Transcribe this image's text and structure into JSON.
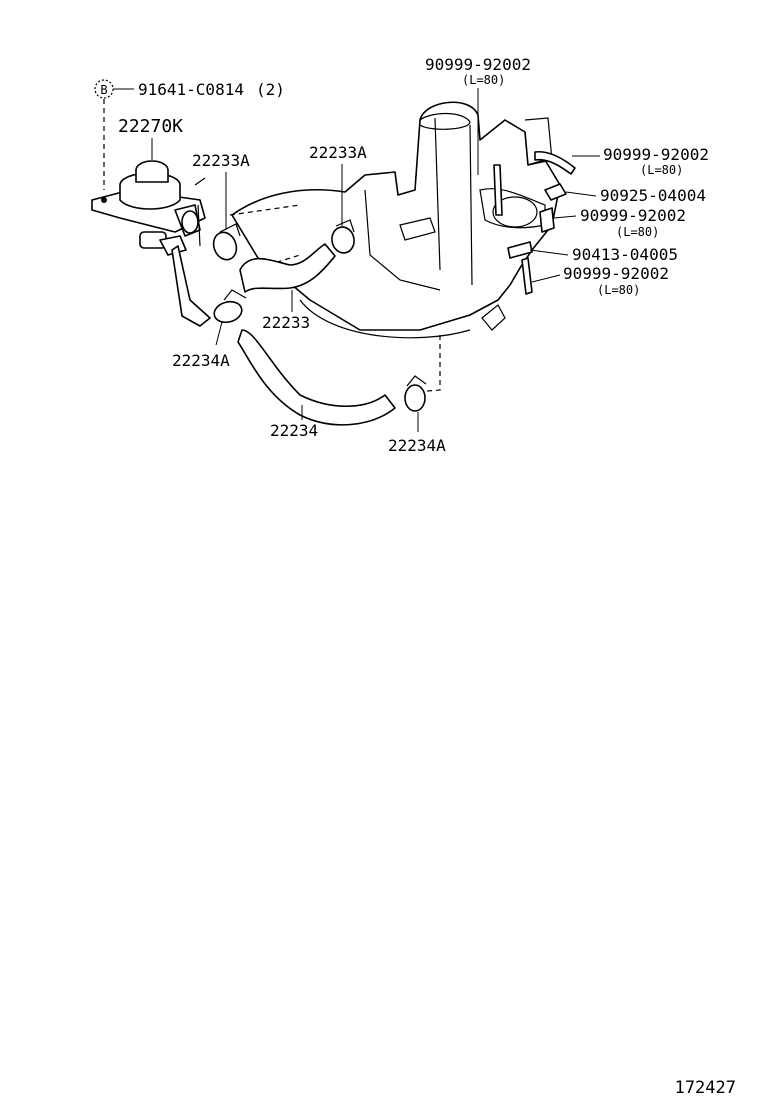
{
  "callouts": {
    "bolt": {
      "marker": "B",
      "part": "91641-C0814",
      "qty": "(2)"
    },
    "valve": "22270K",
    "clamp_a_left": "22233A",
    "clamp_a_mid": "22233A",
    "hose_upper": "22233",
    "clamp_b_left": "22234A",
    "hose_lower": "22234",
    "clamp_b_right": "22234A",
    "hose_top": {
      "part": "90999-92002",
      "length": "(L=80)"
    },
    "hose_r1": {
      "part": "90999-92002",
      "length": "(L=80)"
    },
    "union": "90925-04004",
    "hose_r2": {
      "part": "90999-92002",
      "length": "(L=80)"
    },
    "tee": "90413-04005",
    "hose_r3": {
      "part": "90999-92002",
      "length": "(L=80)"
    }
  },
  "figure_number": "172427"
}
